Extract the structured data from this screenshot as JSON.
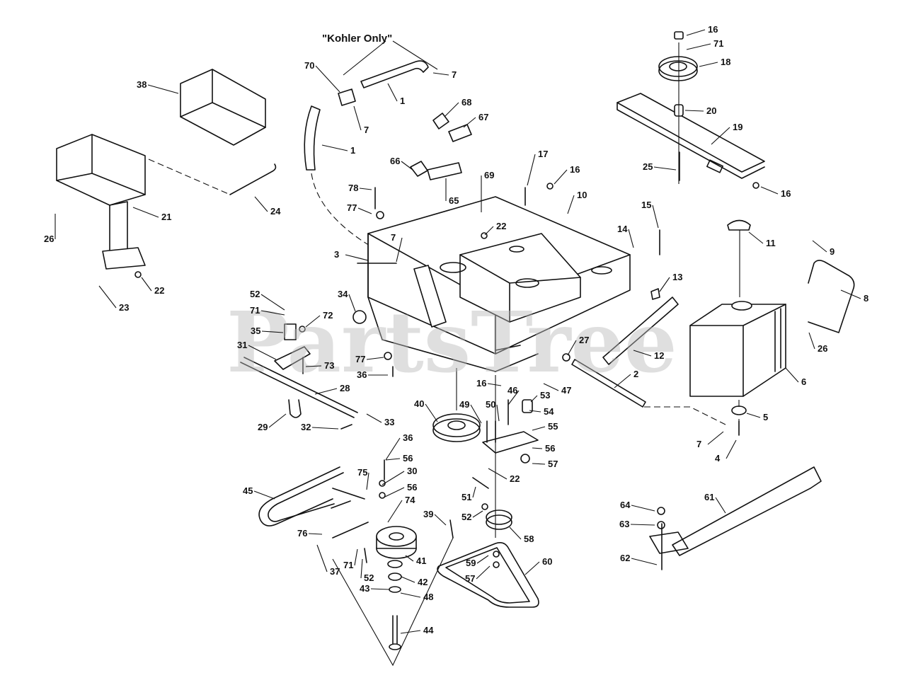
{
  "diagram": {
    "note": "\"Kohler Only\"",
    "watermark": "PartsTree",
    "callout_labels": {
      "c1a": "1",
      "c1b": "1",
      "c2": "2",
      "c3": "3",
      "c4": "4",
      "c5": "5",
      "c6": "6",
      "c7a": "7",
      "c7b": "7",
      "c7c": "7",
      "c7d": "7",
      "c8": "8",
      "c9": "9",
      "c10": "10",
      "c11": "11",
      "c12": "12",
      "c13": "13",
      "c14": "14",
      "c15": "15",
      "c16a": "16",
      "c16b": "16",
      "c16c": "16",
      "c16d": "16",
      "c17": "17",
      "c18": "18",
      "c19": "19",
      "c20": "20",
      "c21": "21",
      "c22a": "22",
      "c22b": "22",
      "c22c": "22",
      "c23": "23",
      "c24": "24",
      "c25": "25",
      "c26a": "26",
      "c26b": "26",
      "c27": "27",
      "c28": "28",
      "c29": "29",
      "c30": "30",
      "c31": "31",
      "c32": "32",
      "c33": "33",
      "c34": "34",
      "c35": "35",
      "c36a": "36",
      "c36b": "36",
      "c37": "37",
      "c38": "38",
      "c39": "39",
      "c40": "40",
      "c41": "41",
      "c42": "42",
      "c43": "43",
      "c44": "44",
      "c45": "45",
      "c46": "46",
      "c47": "47",
      "c48": "48",
      "c49": "49",
      "c50": "50",
      "c51": "51",
      "c52a": "52",
      "c52b": "52",
      "c52c": "52",
      "c53": "53",
      "c54": "54",
      "c55": "55",
      "c56a": "56",
      "c56b": "56",
      "c56c": "56",
      "c57a": "57",
      "c57b": "57",
      "c58": "58",
      "c59": "59",
      "c60": "60",
      "c61": "61",
      "c62": "62",
      "c63": "63",
      "c64": "64",
      "c65": "65",
      "c66": "66",
      "c67": "67",
      "c68": "68",
      "c69": "69",
      "c70": "70",
      "c71a": "71",
      "c71b": "71",
      "c71c": "71",
      "c72": "72",
      "c73": "73",
      "c74": "74",
      "c75": "75",
      "c76": "76",
      "c77a": "77",
      "c77b": "77",
      "c78": "78"
    }
  }
}
